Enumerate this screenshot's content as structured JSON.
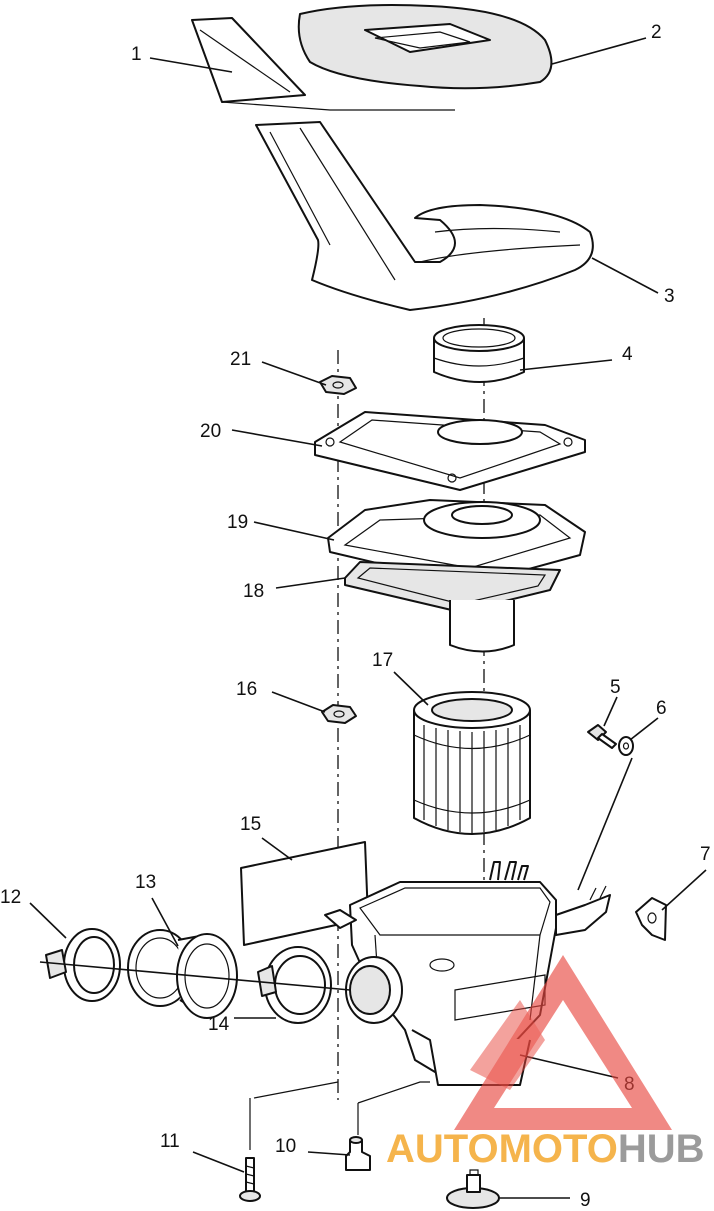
{
  "callouts": [
    "1",
    "2",
    "3",
    "4",
    "5",
    "6",
    "7",
    "8",
    "9",
    "10",
    "11",
    "12",
    "13",
    "14",
    "15",
    "16",
    "17",
    "18",
    "19",
    "20",
    "21"
  ],
  "watermark": {
    "part1": "AUTO",
    "part2": "MOTO",
    "part3": "HUB",
    "color_main": "#f4a82d",
    "color_hub": "#8a8a8a",
    "logo_color": "#e8473f"
  }
}
